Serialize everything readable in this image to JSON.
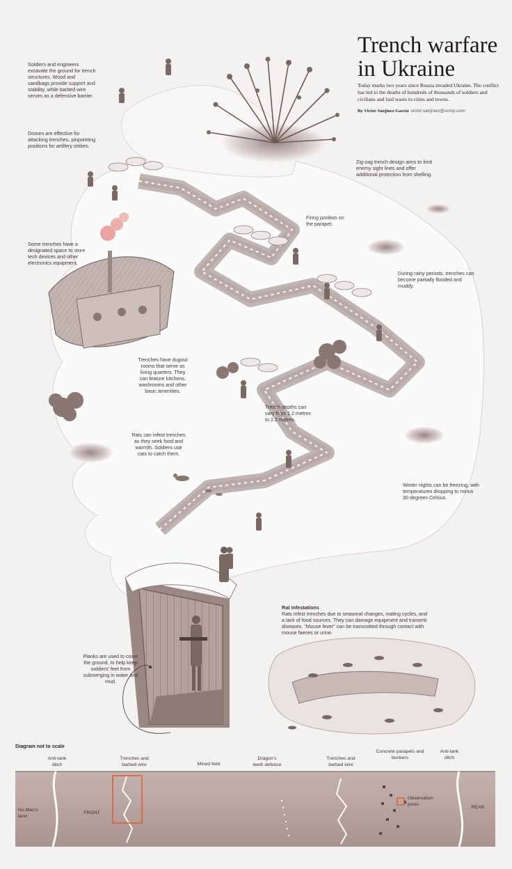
{
  "header": {
    "title": "Trench warfare in Ukraine",
    "dek": "Today marks two years since Russia invaded Ukraine. The conflict has led to the deaths of hundreds of thousands of soldiers and civilians and laid waste to cities and towns.",
    "byline_name": "By Victor Sanjinez Garcia",
    "byline_email": "victor.sanjinez@scmp.com"
  },
  "annotations": {
    "engineers": "Soldiers and engineers excavate the ground for trench structures. Wood and sandbags provide support and stability, while barbed wire serves as a defensive barrier.",
    "drones": "Drones are effective for attacking trenches, pinpointing positions for artillery strikes.",
    "zigzag": "Zig-zag trench design aims to limit enemy sight lines and offer additional protection from shelling.",
    "firing": "Firing position on the parapet.",
    "tech": "Some trenches have a designated space to store tech devices and other electronics equipment.",
    "rainy": "During rainy periods, trenches can become partially flooded and muddy.",
    "dugout": "Trenches have dugout rooms that serve as living quarters. They can feature kitchens, washrooms and other basic amenities.",
    "depth": "Trench depths can vary from 1.2 metres to 2.2 metres.",
    "rats_cats": "Rats can infest trenches as they seek food and warmth. Soldiers use cats to catch them.",
    "winter": "Winter nights can be freezing, with temperatures dropping to minus 30 degrees Celsius.",
    "rat_title": "Rat infestations",
    "rat_body": "Rats infest trenches due to seasonal changes, mating cycles, and a lack of food sources. They can damage equipment and transmit diseases. “Mouse fever” can be transmitted through contact with mouse faeces or urine.",
    "planks": "Planks are used to cover the ground, to help keep soldiers’ feet from submerging in water and mud."
  },
  "strip": {
    "scale_note": "Diagram not to scale",
    "antitank_left": "Anti-tank ditch",
    "trenches_wire_left": "Trenches and barbed wire",
    "mined_field": "Mined field",
    "dragons_teeth": "Dragon’s teeth defence",
    "trenches_wire_right": "Trenches and barbed wire",
    "concrete": "Concrete parapets and bunkers",
    "antitank_right": "Anti-tank ditch",
    "no_mans_land": "No Man’s land",
    "front": "FRONT",
    "observation": "Observation posts",
    "rear": "REAR"
  },
  "colors": {
    "background": "#f4f2f1",
    "snow": "#fbfafa",
    "earth": "#b9a9a7",
    "earth_dark": "#8e7b78",
    "wood": "#a8958f",
    "smoke_pink": "#e8a4a0",
    "smoke_dark": "#8a7672",
    "highlight": "#e0602f",
    "line": "#5a4e4c"
  }
}
